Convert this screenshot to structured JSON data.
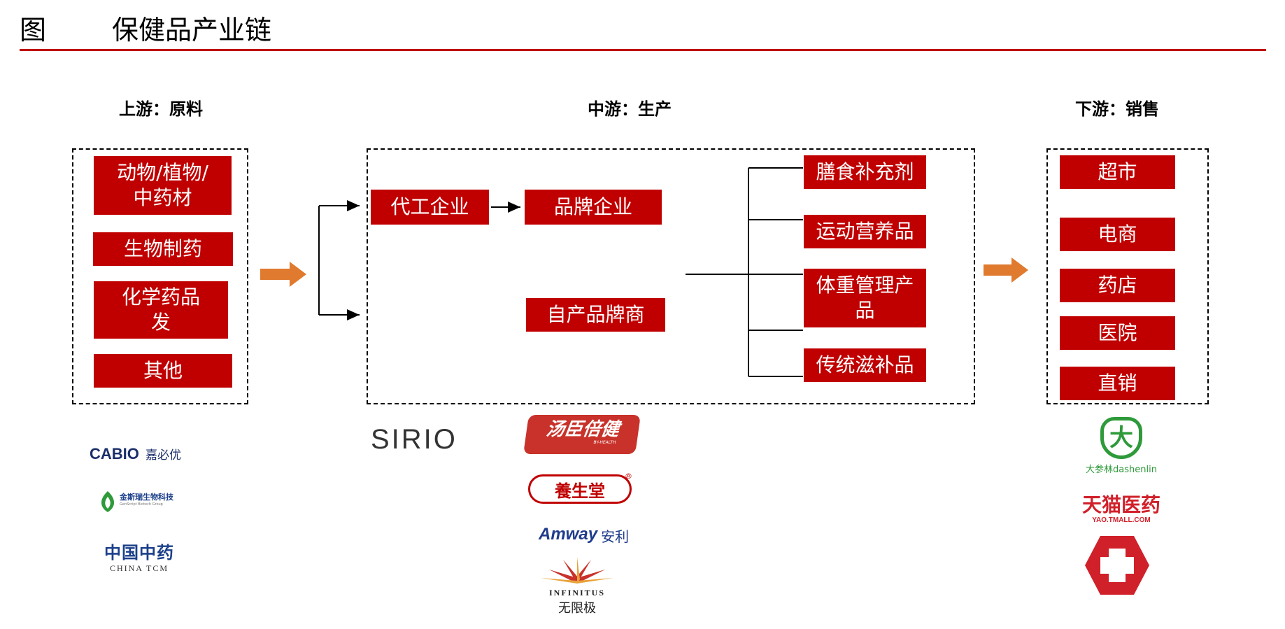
{
  "header": {
    "fig_label": "图",
    "title": "保健品产业链"
  },
  "sections": {
    "upstream": "上游：原料",
    "midstream": "中游：生产",
    "downstream": "下游：销售"
  },
  "upstream_items": [
    "动物/植物/\n中药材",
    "生物制药",
    "化学药品\n发",
    "其他"
  ],
  "midstream": {
    "oem": "代工企业",
    "brand": "品牌企业",
    "self_brand": "自产品牌商",
    "products": [
      "膳食补充剂",
      "运动营养品",
      "体重管理产\n品",
      "传统滋补品"
    ]
  },
  "downstream_items": [
    "超市",
    "电商",
    "药店",
    "医院",
    "直销"
  ],
  "logos": {
    "cabio": {
      "name": "CABIO",
      "cn": "嘉必优"
    },
    "jinsi": {
      "cn": "金斯瑞生物科技",
      "en": "GenScript Biotech Group"
    },
    "chinatcm": {
      "cn": "中国中药",
      "en": "CHINA TCM"
    },
    "sirio": "SIRIO",
    "byhealth": {
      "cn": "汤臣倍健",
      "en": "BY-HEALTH"
    },
    "yst": {
      "cn": "養生堂",
      "mark": "®"
    },
    "amway": {
      "en": "Amway",
      "cn": "安利"
    },
    "infinitus": {
      "en": "INFINITUS",
      "cn": "无限极"
    },
    "dashenlin": {
      "glyph": "大",
      "text": "大参林dashenlin"
    },
    "tmall": {
      "cn": "天猫医药",
      "en": "YAO.TMALL.COM"
    }
  },
  "colors": {
    "brand_red": "#c00000",
    "arrow_orange": "#e07a2e",
    "green": "#2e9a3a"
  }
}
